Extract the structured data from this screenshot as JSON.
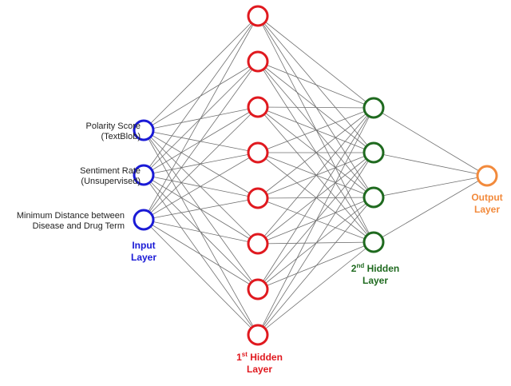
{
  "colors": {
    "input": "#1a1ad6",
    "hidden1": "#e0191f",
    "hidden2": "#1f6a1f",
    "output": "#f28a3c",
    "edge": "#6f6f6f"
  },
  "layers": {
    "input": {
      "node_count": 3,
      "title_line1": "Input",
      "title_line2": "Layer"
    },
    "hidden1": {
      "node_count": 8,
      "ordinal": "1",
      "ordinal_suffix": "st",
      "title_rest": " Hidden",
      "title_line2": "Layer"
    },
    "hidden2": {
      "node_count": 4,
      "ordinal": "2",
      "ordinal_suffix": "nd",
      "title_rest": " Hidden",
      "title_line2": "Layer"
    },
    "output": {
      "node_count": 1,
      "title_line1": "Output",
      "title_line2": "Layer"
    }
  },
  "inputs": [
    {
      "line1": "Polarity Score",
      "line2": "(TextBlob)"
    },
    {
      "line1": "Sentiment Rate",
      "line2": "(Unsupervised)"
    },
    {
      "line1": "Minimum Distance between",
      "line2": "Disease and Drug Term"
    }
  ]
}
